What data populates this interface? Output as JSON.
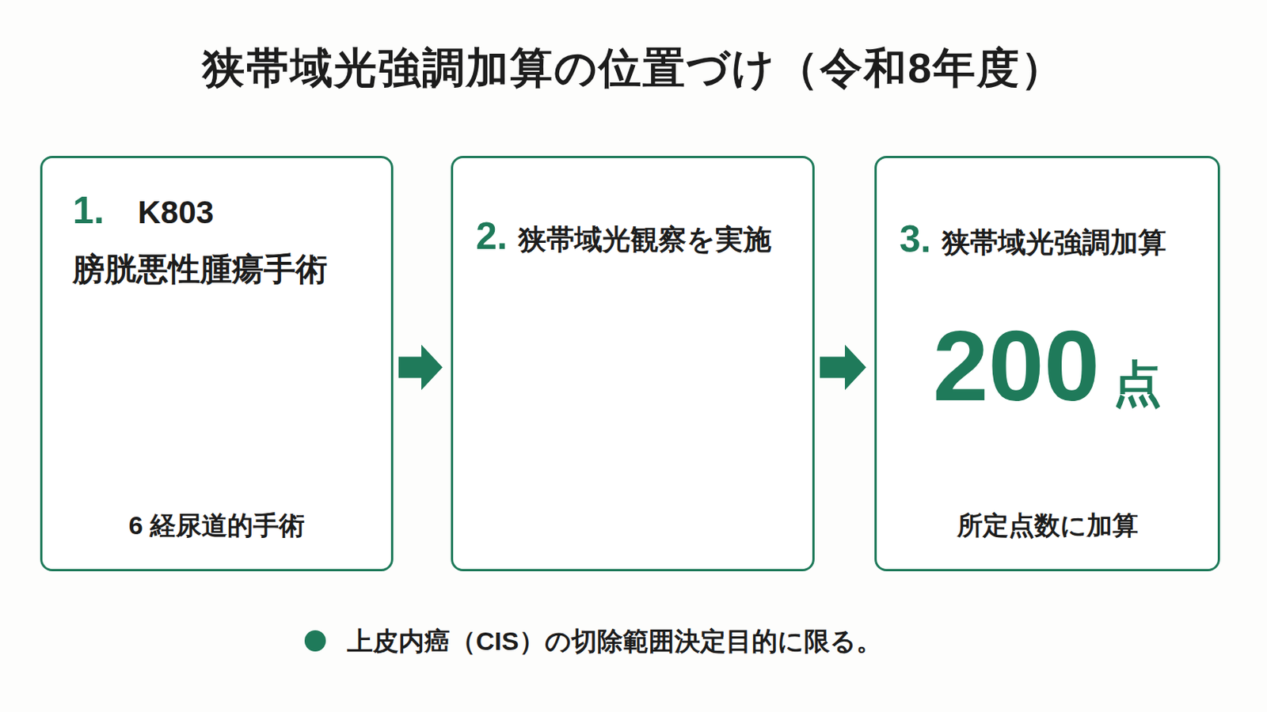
{
  "diagram": {
    "title": "狭帯域光強調加算の位置づけ（令和8年度）",
    "nodes": [
      {
        "text": [
          "1.",
          "K803 膀胱悪性腫瘍手術",
          "6 経尿道的手術"
        ]
      },
      {
        "text": [
          "2.",
          "狭帯域光観察を実施"
        ]
      },
      {
        "text": [
          "3.",
          "狭帯域光強調加算",
          "200",
          "点",
          "所定点数に加算"
        ]
      }
    ],
    "edges": [
      {
        "from": 0,
        "to": 1,
        "arrow": "to"
      },
      {
        "from": 1,
        "to": 2,
        "arrow": "to"
      }
    ],
    "labels": [
      "上皮内癌（CIS）の切除範囲決定目的に限る。"
    ]
  }
}
